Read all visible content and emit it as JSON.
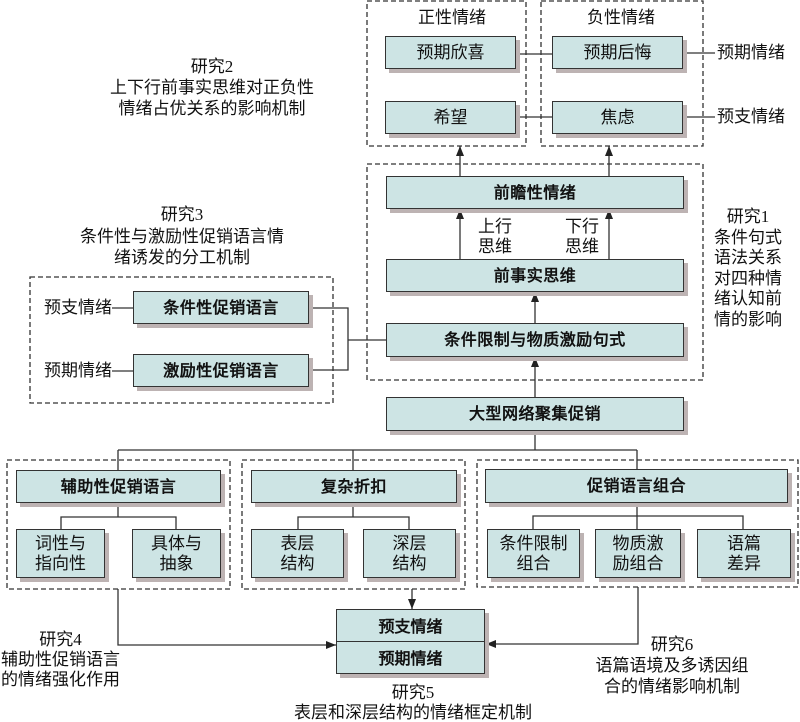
{
  "emotions": {
    "positive_title": "正性情绪",
    "negative_title": "负性情绪",
    "rows": [
      {
        "positive": "预期欣喜",
        "negative": "预期后悔",
        "label": "预期情绪"
      },
      {
        "positive": "希望",
        "negative": "焦虑",
        "label": "预支情绪"
      }
    ]
  },
  "chain": {
    "prospective": "前瞻性情绪",
    "counterfactual": "前事实思维",
    "sentence_pattern": "条件限制与物质激励句式",
    "promotion": "大型网络聚集促销",
    "upward": [
      "上行",
      "思维"
    ],
    "downward": [
      "下行",
      "思维"
    ]
  },
  "study3_boxes": {
    "rows": [
      {
        "label": "预支情绪",
        "box": "条件性促销语言"
      },
      {
        "label": "预期情绪",
        "box": "激励性促销语言"
      }
    ]
  },
  "branches": [
    {
      "title": "辅助性促销语言",
      "children": [
        [
          "词性与",
          "指向性"
        ],
        [
          "具体与",
          "抽象"
        ]
      ]
    },
    {
      "title": "复杂折扣",
      "children": [
        [
          "表层",
          "结构"
        ],
        [
          "深层",
          "结构"
        ]
      ]
    },
    {
      "title": "促销语言组合",
      "children": [
        [
          "条件限制",
          "组合"
        ],
        [
          "物质激",
          "励组合"
        ],
        [
          "语篇",
          "差异"
        ]
      ]
    }
  ],
  "outcome": [
    "预支情绪",
    "预期情绪"
  ],
  "studies": {
    "s1": {
      "title": "研究1",
      "lines": [
        "条件句式",
        "语法关系",
        "对四种情",
        "绪认知前",
        "情的影响"
      ]
    },
    "s2": {
      "title": "研究2",
      "lines": [
        "上下行前事实思维对正负性",
        "情绪占优关系的影响机制"
      ]
    },
    "s3": {
      "title": "研究3",
      "lines": [
        "条件性与激励性促销语言情",
        "绪诱发的分工机制"
      ]
    },
    "s4": {
      "title": "研究4",
      "lines": [
        "辅助性促销语言",
        "的情绪强化作用"
      ]
    },
    "s5": {
      "title": "研究5",
      "lines": [
        "表层和深层结构的情绪框定机制"
      ]
    },
    "s6": {
      "title": "研究6",
      "lines": [
        "语篇语境及多诱因组",
        "合的情绪影响机制"
      ]
    }
  },
  "colors": {
    "box_fill": "#cde4e4",
    "border": "#333333",
    "shadow": "#bdb3b3",
    "line": "#333333"
  }
}
